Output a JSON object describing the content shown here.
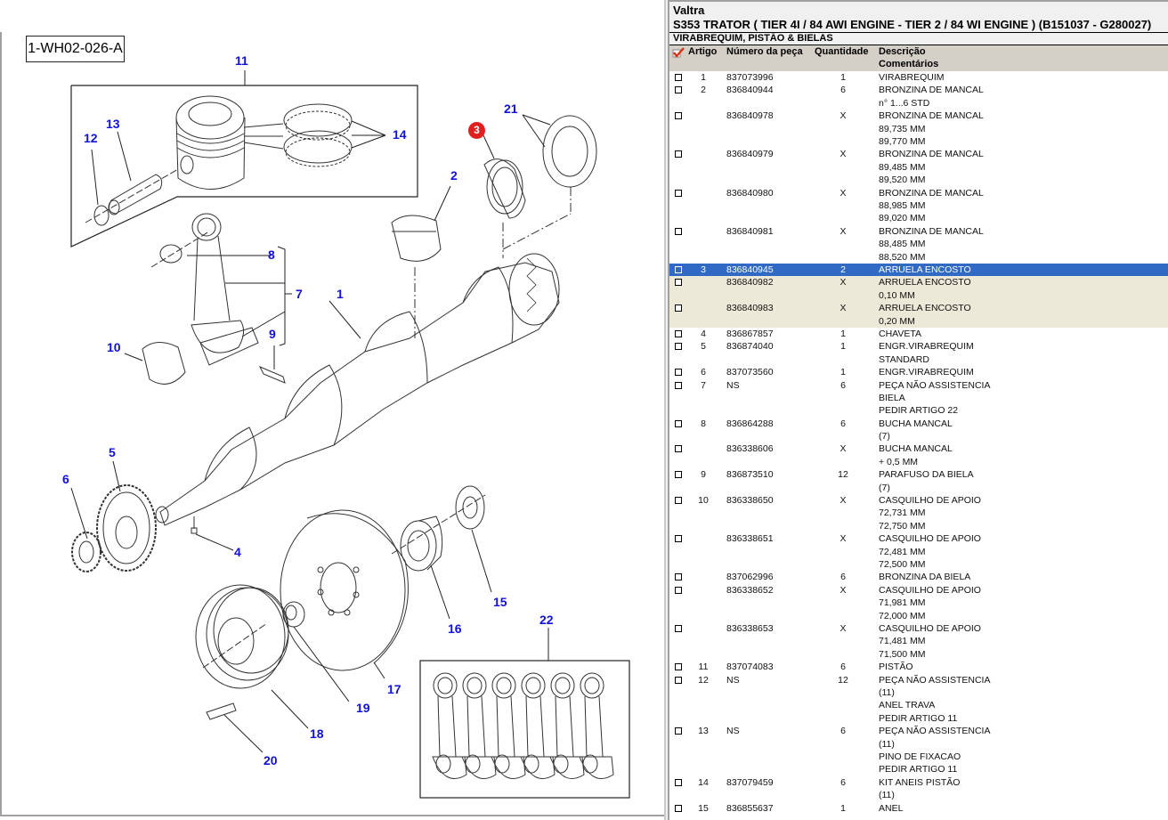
{
  "diagram": {
    "id_label": "1-WH02-026-A",
    "callouts": [
      {
        "label": "1"
      },
      {
        "label": "2"
      },
      {
        "label": "3",
        "selected": true
      },
      {
        "label": "4"
      },
      {
        "label": "5"
      },
      {
        "label": "6"
      },
      {
        "label": "7"
      },
      {
        "label": "8"
      },
      {
        "label": "9"
      },
      {
        "label": "10"
      },
      {
        "label": "11"
      },
      {
        "label": "12"
      },
      {
        "label": "13"
      },
      {
        "label": "14"
      },
      {
        "label": "15"
      },
      {
        "label": "16"
      },
      {
        "label": "17"
      },
      {
        "label": "18"
      },
      {
        "label": "19"
      },
      {
        "label": "20"
      },
      {
        "label": "21"
      },
      {
        "label": "22"
      }
    ]
  },
  "parts": {
    "brand": "Valtra",
    "model_title": "S353   TRATOR ( TIER 4I / 84 AWI ENGINE - TIER 2 / 84 WI ENGINE ) (B151037 - G280027)",
    "section_title": "VIRABREQUIM, PISTÃO & BIELAS",
    "columns": {
      "artigo": "Artigo",
      "numero": "Número da peça",
      "quantidade": "Quantidade",
      "descricao": "Descrição",
      "comentarios": "Comentários"
    },
    "colors": {
      "selected_row": "#316ac5",
      "alt_row": "#ece9d8",
      "header_bg": "#d4d0c8",
      "callout_text": "#1010e0",
      "selected_callout": "#e02020"
    },
    "rows": [
      {
        "artigo": "1",
        "numero": "837073996",
        "qtd": "1",
        "desc": [
          "VIRABREQUIM"
        ]
      },
      {
        "artigo": "2",
        "numero": "836840944",
        "qtd": "6",
        "desc": [
          "BRONZINA DE MANCAL",
          "n° 1...6 STD"
        ]
      },
      {
        "artigo": "",
        "numero": "836840978",
        "qtd": "X",
        "desc": [
          "BRONZINA DE MANCAL",
          "89,735 MM",
          "89,770 MM"
        ]
      },
      {
        "artigo": "",
        "numero": "836840979",
        "qtd": "X",
        "desc": [
          "BRONZINA DE MANCAL",
          "89,485 MM",
          "89,520 MM"
        ]
      },
      {
        "artigo": "",
        "numero": "836840980",
        "qtd": "X",
        "desc": [
          "BRONZINA DE MANCAL",
          "88,985 MM",
          "89,020 MM"
        ]
      },
      {
        "artigo": "",
        "numero": "836840981",
        "qtd": "X",
        "desc": [
          "BRONZINA DE MANCAL",
          "88,485 MM",
          "88,520 MM"
        ]
      },
      {
        "artigo": "3",
        "numero": "836840945",
        "qtd": "2",
        "desc": [
          "ARRUELA ENCOSTO"
        ],
        "state": "selected"
      },
      {
        "artigo": "",
        "numero": "836840982",
        "qtd": "X",
        "desc": [
          "ARRUELA ENCOSTO",
          "0,10 MM"
        ],
        "state": "alt"
      },
      {
        "artigo": "",
        "numero": "836840983",
        "qtd": "X",
        "desc": [
          "ARRUELA ENCOSTO",
          "0,20 MM"
        ],
        "state": "alt"
      },
      {
        "artigo": "4",
        "numero": "836867857",
        "qtd": "1",
        "desc": [
          "CHAVETA"
        ]
      },
      {
        "artigo": "5",
        "numero": "836874040",
        "qtd": "1",
        "desc": [
          "ENGR.VIRABREQUIM",
          "STANDARD"
        ]
      },
      {
        "artigo": "6",
        "numero": "837073560",
        "qtd": "1",
        "desc": [
          "ENGR.VIRABREQUIM"
        ]
      },
      {
        "artigo": "7",
        "numero": "NS",
        "qtd": "6",
        "desc": [
          "PEÇA NÃO ASSISTENCIA",
          "BIELA",
          "PEDIR ARTIGO  22"
        ]
      },
      {
        "artigo": "8",
        "numero": "836864288",
        "qtd": "6",
        "desc": [
          "BUCHA MANCAL",
          "(7)"
        ]
      },
      {
        "artigo": "",
        "numero": "836338606",
        "qtd": "X",
        "desc": [
          "BUCHA MANCAL",
          "+ 0,5 MM"
        ]
      },
      {
        "artigo": "9",
        "numero": "836873510",
        "qtd": "12",
        "desc": [
          "PARAFUSO DA BIELA",
          "(7)"
        ]
      },
      {
        "artigo": "10",
        "numero": "836338650",
        "qtd": "X",
        "desc": [
          "CASQUILHO DE APOIO",
          "72,731 MM",
          "72,750 MM"
        ]
      },
      {
        "artigo": "",
        "numero": "836338651",
        "qtd": "X",
        "desc": [
          "CASQUILHO DE APOIO",
          "72,481 MM",
          "72,500 MM"
        ]
      },
      {
        "artigo": "",
        "numero": "837062996",
        "qtd": "6",
        "desc": [
          "BRONZINA DA BIELA"
        ]
      },
      {
        "artigo": "",
        "numero": "836338652",
        "qtd": "X",
        "desc": [
          "CASQUILHO DE APOIO",
          "71,981 MM",
          "72,000 MM"
        ]
      },
      {
        "artigo": "",
        "numero": "836338653",
        "qtd": "X",
        "desc": [
          "CASQUILHO DE APOIO",
          "71,481 MM",
          "71,500 MM"
        ]
      },
      {
        "artigo": "11",
        "numero": "837074083",
        "qtd": "6",
        "desc": [
          "PISTÃO"
        ]
      },
      {
        "artigo": "12",
        "numero": "NS",
        "qtd": "12",
        "desc": [
          "PEÇA NÃO ASSISTENCIA",
          "(11)",
          "ANEL TRAVA",
          "PEDIR ARTIGO  11"
        ]
      },
      {
        "artigo": "13",
        "numero": "NS",
        "qtd": "6",
        "desc": [
          "PEÇA NÃO ASSISTENCIA",
          "(11)",
          "PINO DE FIXACAO",
          "PEDIR ARTIGO  11"
        ]
      },
      {
        "artigo": "14",
        "numero": "837079459",
        "qtd": "6",
        "desc": [
          "KIT ANEIS PISTÃO",
          "(11)"
        ]
      },
      {
        "artigo": "15",
        "numero": "836855637",
        "qtd": "1",
        "desc": [
          "ANEL"
        ]
      }
    ]
  }
}
